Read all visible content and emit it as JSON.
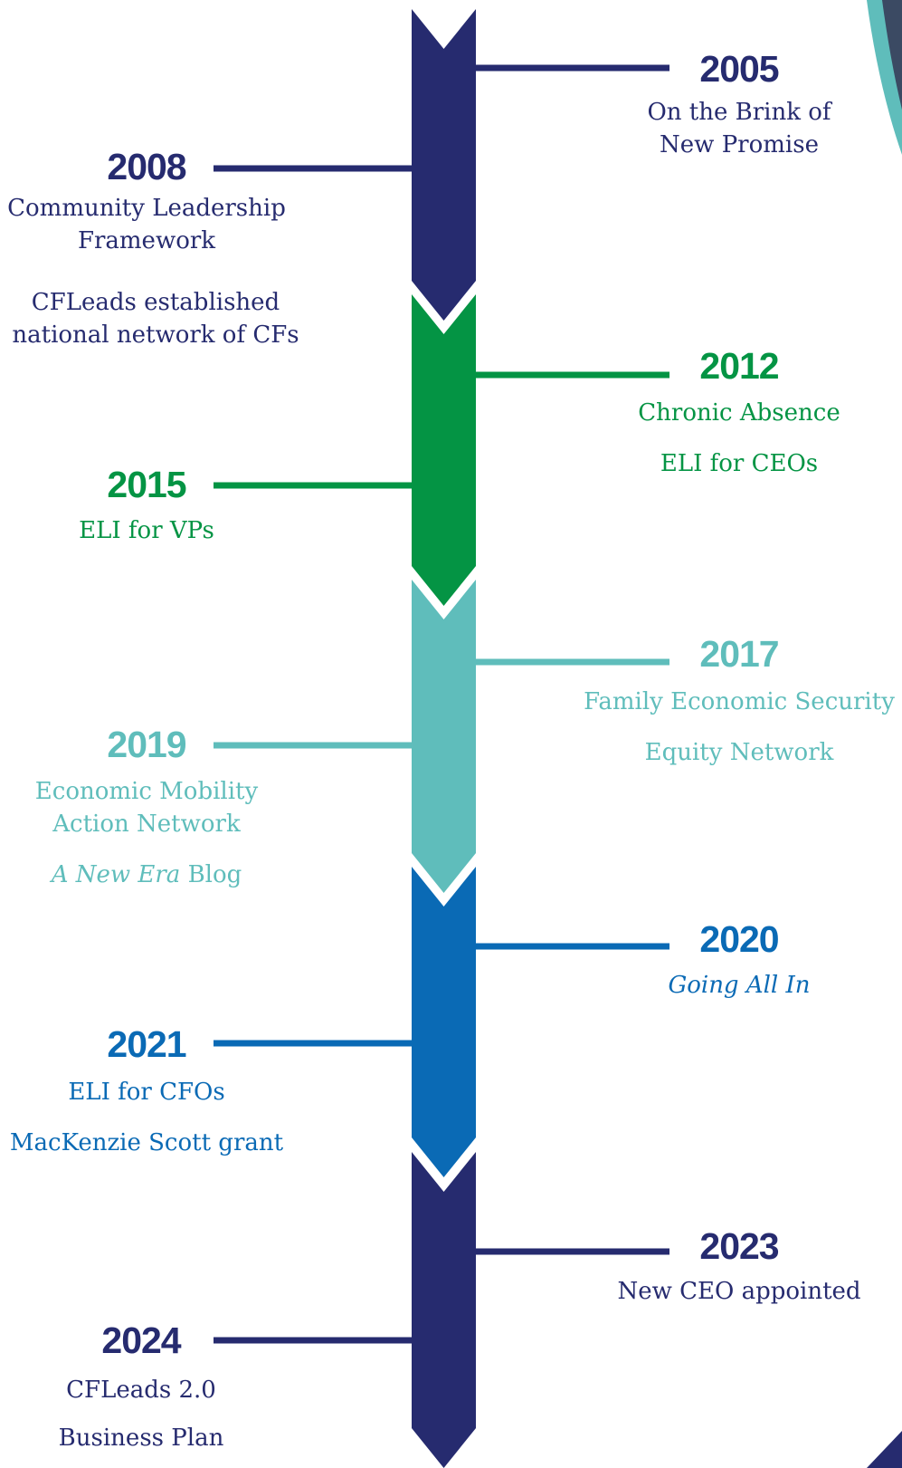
{
  "colors": {
    "navy": "#262b6f",
    "green": "#049444",
    "teal": "#5fbdbb",
    "blue": "#0a6ab5"
  },
  "events": [
    {
      "year": "2005",
      "color": "navy",
      "side": "right",
      "lines": [
        "On the Brink of",
        "New Promise"
      ]
    },
    {
      "year": "2008",
      "color": "navy",
      "side": "left",
      "lines": [
        "Community Leadership",
        "Framework"
      ],
      "extra": [
        "CFLeads established",
        "national network of CFs"
      ]
    },
    {
      "year": "2012",
      "color": "green",
      "side": "right",
      "lines": [
        "Chronic Absence"
      ],
      "extra": [
        "ELI for CEOs"
      ]
    },
    {
      "year": "2015",
      "color": "green",
      "side": "left",
      "lines": [
        "ELI for VPs"
      ]
    },
    {
      "year": "2017",
      "color": "teal",
      "side": "right",
      "lines": [
        "Family Economic Security"
      ],
      "extra": [
        "Equity Network"
      ]
    },
    {
      "year": "2019",
      "color": "teal",
      "side": "left",
      "lines": [
        "Economic Mobility",
        "Action Network"
      ],
      "extra_italic": "A New Era",
      "extra_rest": " Blog"
    },
    {
      "year": "2020",
      "color": "blue",
      "side": "right",
      "italic_line": "Going All In"
    },
    {
      "year": "2021",
      "color": "blue",
      "side": "left",
      "lines": [
        "ELI for CFOs"
      ],
      "extra": [
        "MacKenzie Scott grant"
      ]
    },
    {
      "year": "2023",
      "color": "navy",
      "side": "right",
      "lines": [
        "New CEO appointed"
      ]
    },
    {
      "year": "2024",
      "color": "navy",
      "side": "left",
      "lines": [
        "CFLeads 2.0"
      ],
      "extra": [
        "Business Plan"
      ]
    }
  ]
}
